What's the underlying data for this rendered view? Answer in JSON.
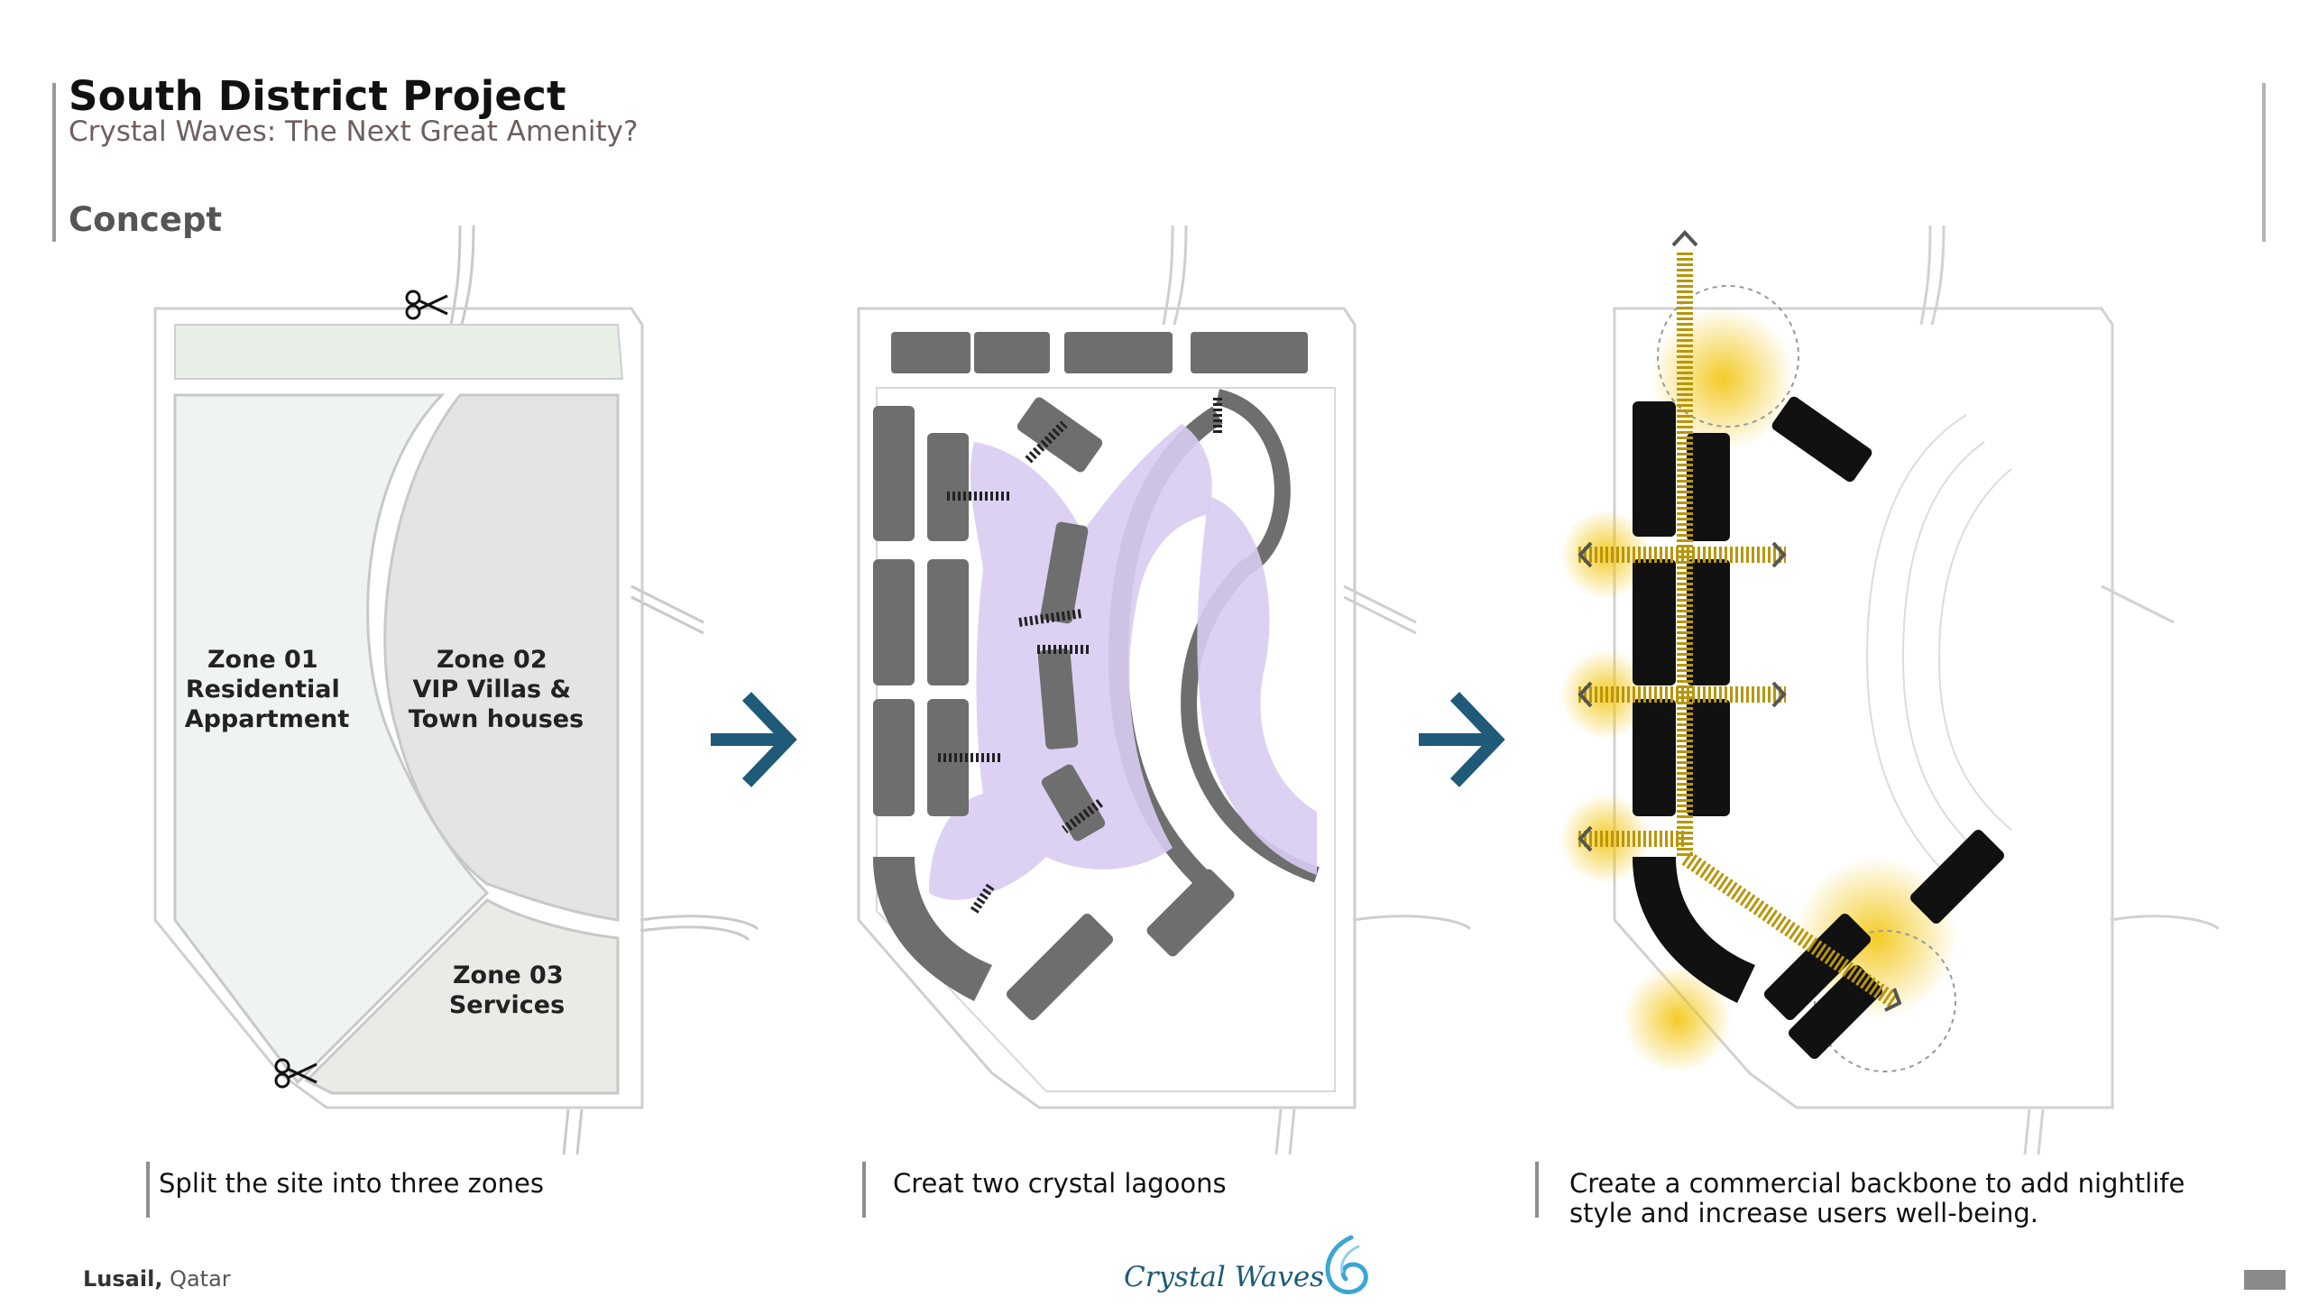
{
  "header": {
    "title": "South District Project",
    "subtitle_lead": "Crystal Waves:",
    "subtitle_rest": " The Next Great Amenity?",
    "section": "Concept"
  },
  "zones": [
    {
      "name": "Zone 01",
      "line2": "Residential",
      "line3": "Appartment"
    },
    {
      "name": "Zone 02",
      "line2": "VIP Villas &",
      "line3": "Town houses"
    },
    {
      "name": "Zone 03",
      "line2": "Services"
    }
  ],
  "captions": {
    "step1": "Split the site into three zones",
    "step2": "Creat two crystal lagoons",
    "step3": "Create a commercial backbone to add nightlife style and increase users well-being."
  },
  "footer": {
    "city": "Lusail,",
    "country": " Qatar",
    "brand": "Crystal Waves"
  },
  "colors": {
    "accent_arrow": "#1f5a78",
    "lagoon": "#d9ccf2",
    "zone01": "#f0f4f0",
    "zone02": "#e4e4e4",
    "zone03": "#eaeae6",
    "block_gray": "#6e6e6e",
    "backbone_yellow": "#f2c200"
  },
  "icons": [
    "scissors-icon",
    "arrow-right-icon",
    "wave-logo-icon"
  ]
}
